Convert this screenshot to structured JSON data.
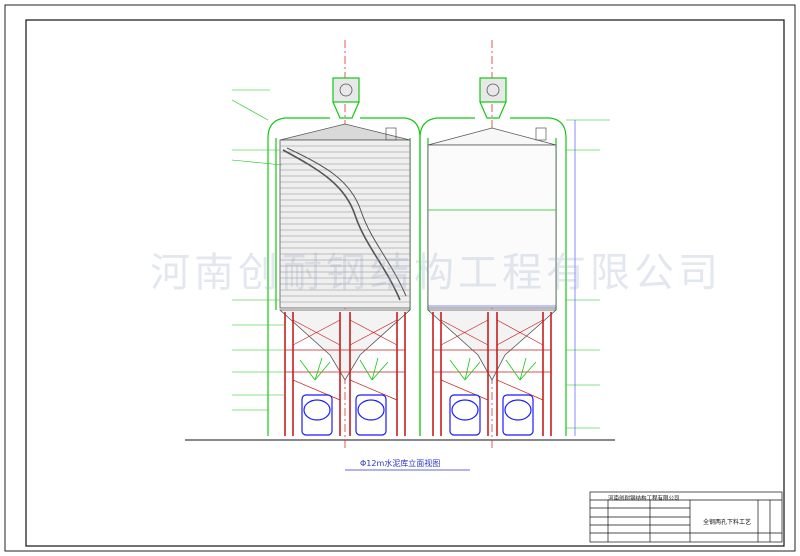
{
  "watermark": "河南创耐钢结构工程有限公司",
  "caption": "Φ12m水泥库立面视图",
  "title_block": {
    "company": "河南创耐钢结构工程有限公司",
    "drawing_title": "全钢两孔下料工艺"
  },
  "colors": {
    "frame": "#111111",
    "silo_green": "#14c814",
    "support_red": "#c81e1e",
    "truck_blue": "#1a1aff",
    "centerline": "#e03030",
    "panel_gray": "#8a8a8a",
    "annotation": "#2b36c9"
  }
}
